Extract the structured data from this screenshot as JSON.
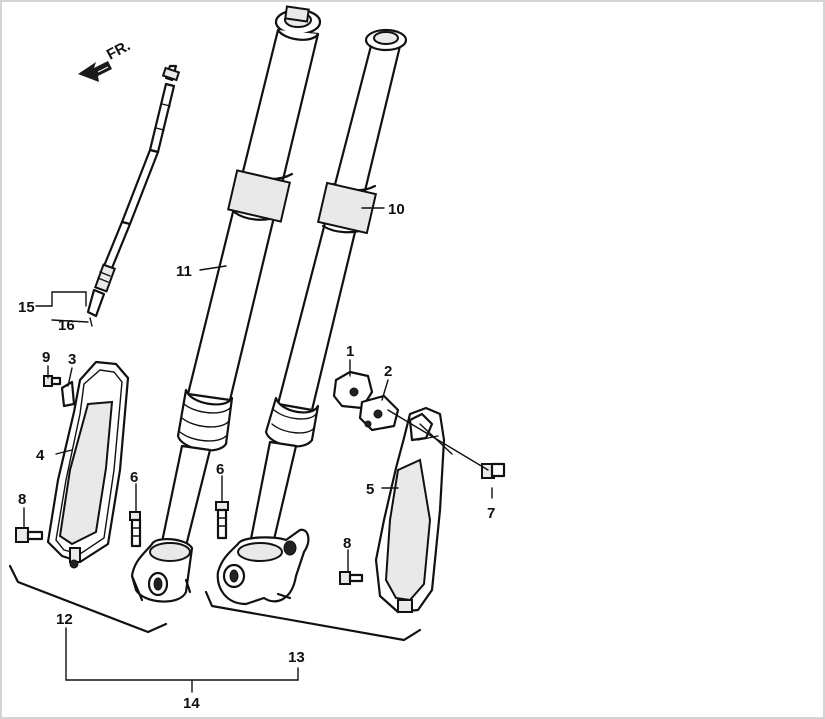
{
  "direction_label": "FR.",
  "callouts": {
    "c1": "1",
    "c2": "2",
    "c3": "3",
    "c4": "4",
    "c5": "5",
    "c6a": "6",
    "c6b": "6",
    "c7": "7",
    "c8a": "8",
    "c8b": "8",
    "c9": "9",
    "c10": "10",
    "c11": "11",
    "c12": "12",
    "c13": "13",
    "c14": "14",
    "c15": "15",
    "c16": "16"
  }
}
